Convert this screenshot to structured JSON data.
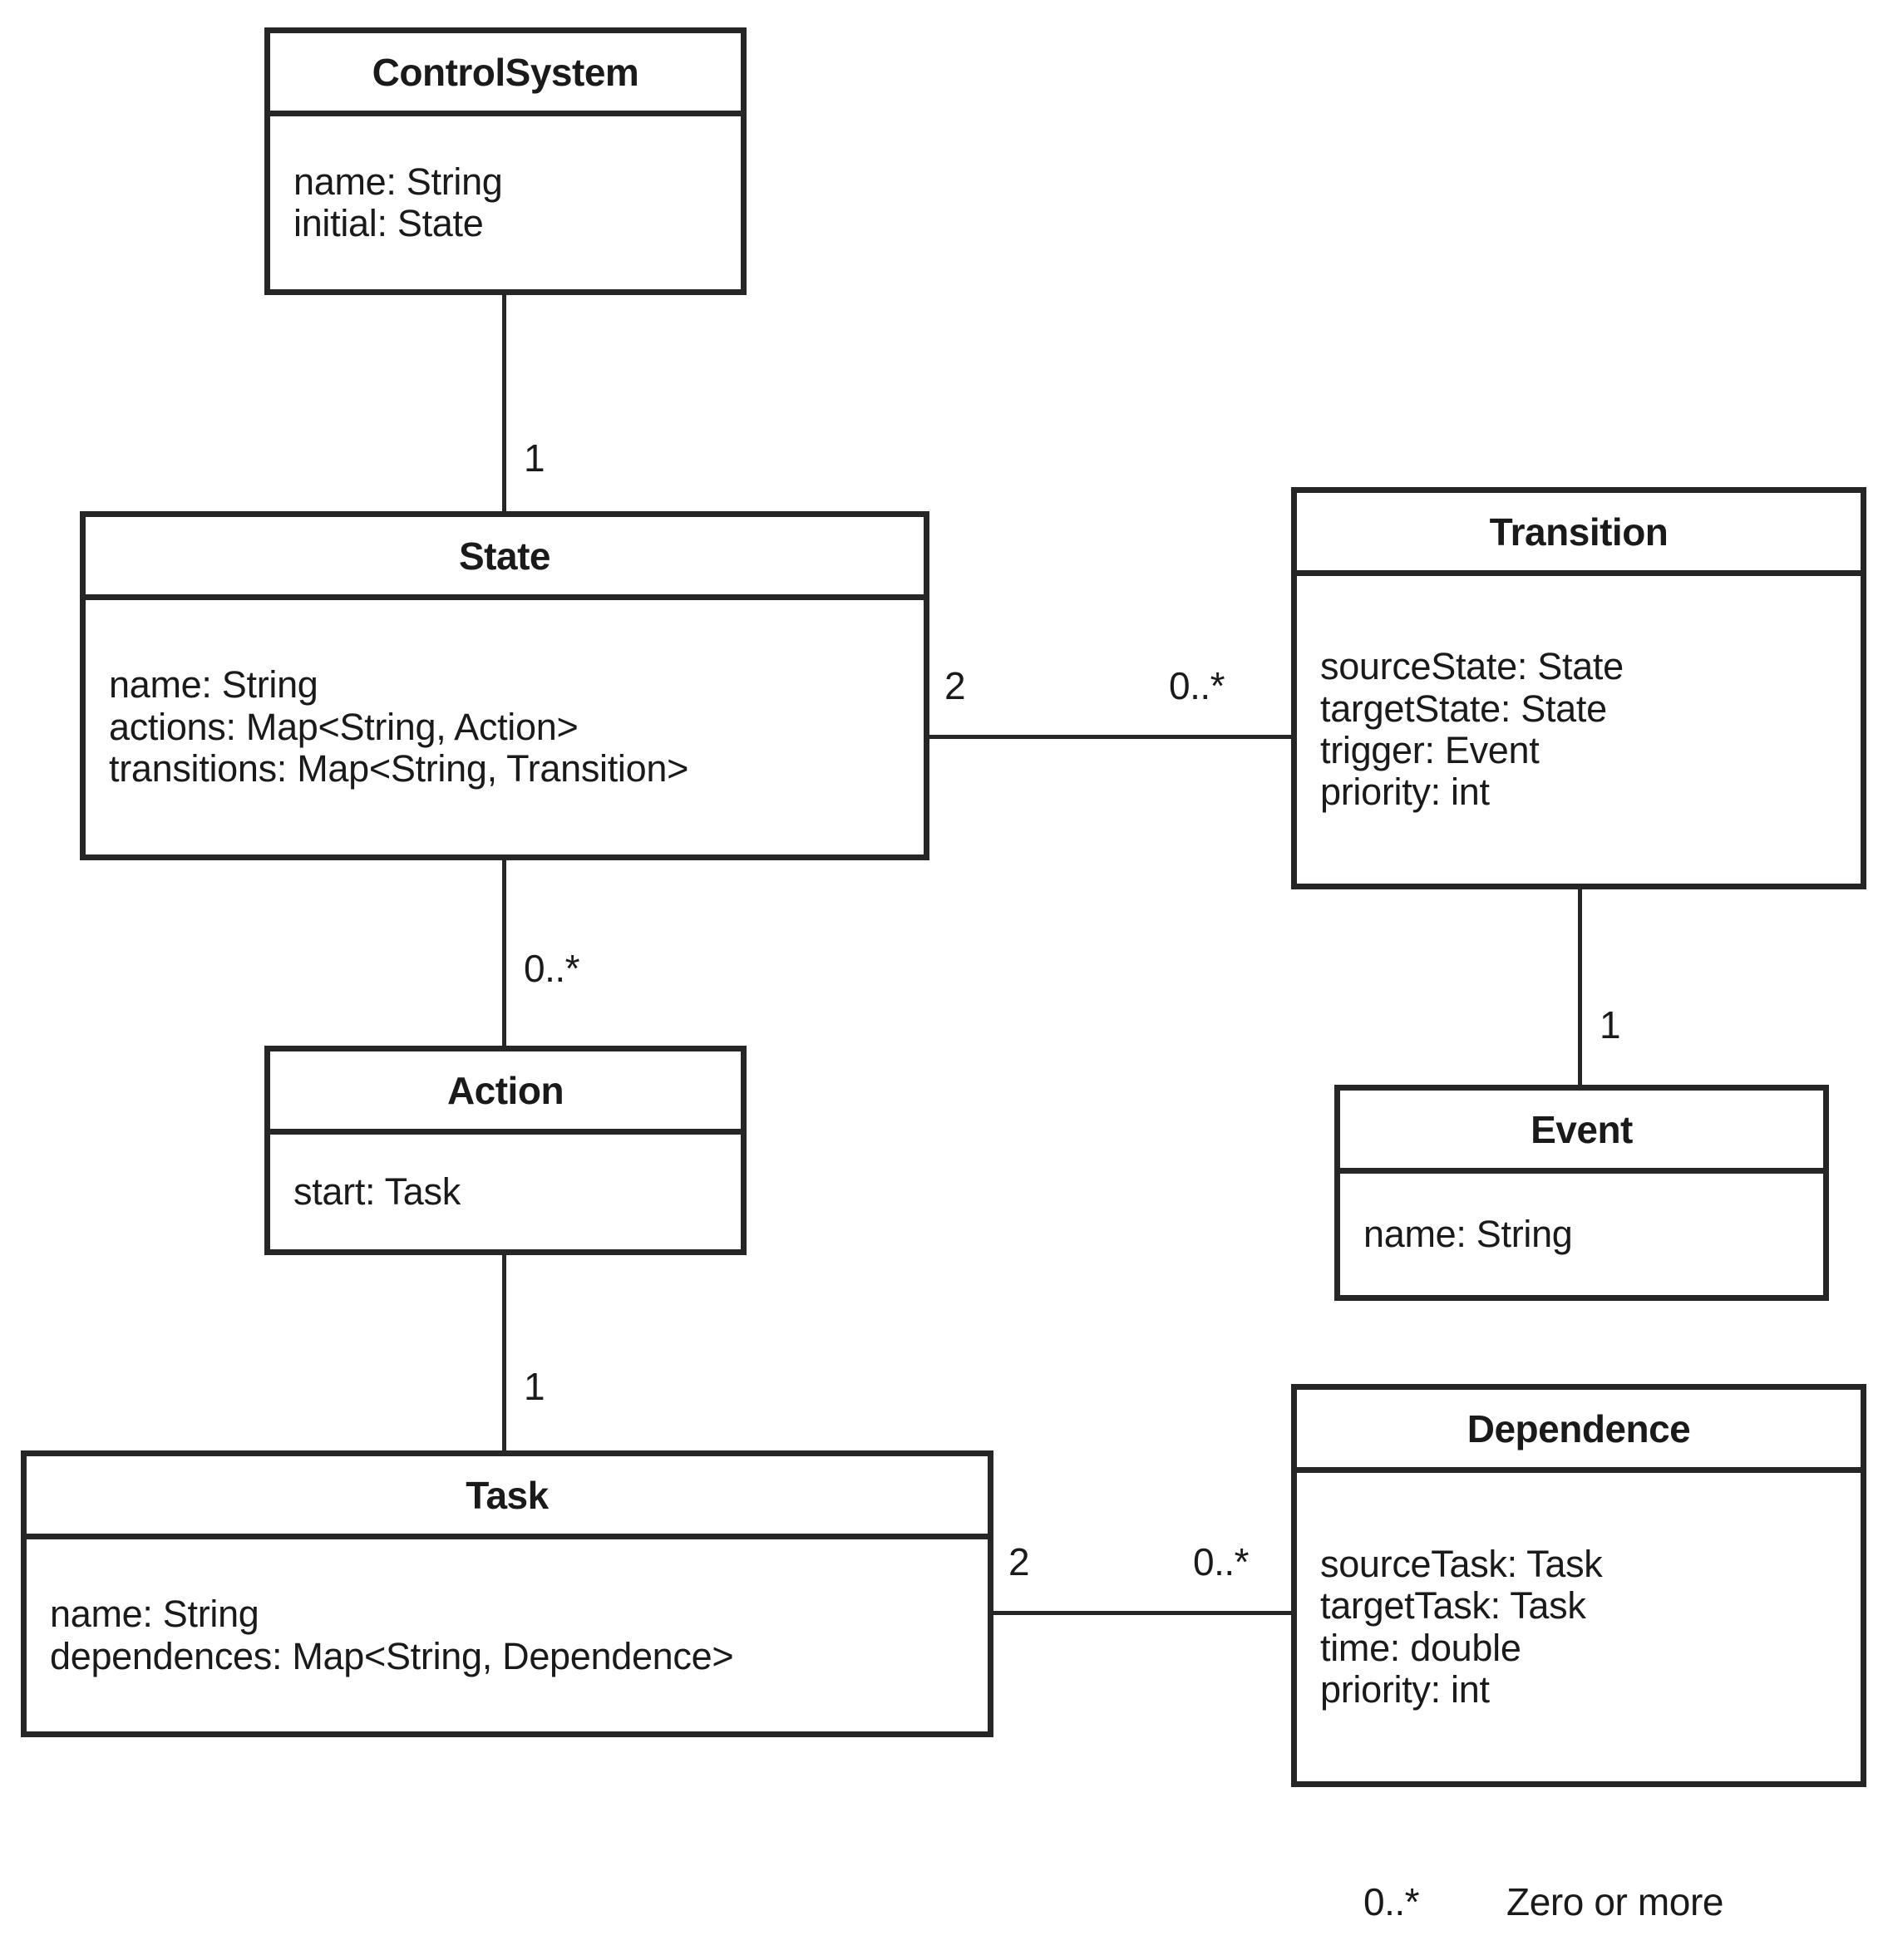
{
  "diagram": {
    "type": "uml-class-diagram",
    "classes": [
      {
        "id": "controlsystem",
        "name": "ControlSystem",
        "attributes": [
          "name: String",
          "initial: State"
        ]
      },
      {
        "id": "state",
        "name": "State",
        "attributes": [
          "name: String",
          "actions: Map<String, Action>",
          "transitions: Map<String, Transition>"
        ]
      },
      {
        "id": "transition",
        "name": "Transition",
        "attributes": [
          "sourceState: State",
          "targetState: State",
          "trigger: Event",
          "priority: int"
        ]
      },
      {
        "id": "action",
        "name": "Action",
        "attributes": [
          "start: Task"
        ]
      },
      {
        "id": "event",
        "name": "Event",
        "attributes": [
          "name: String"
        ]
      },
      {
        "id": "task",
        "name": "Task",
        "attributes": [
          "name: String",
          "dependences: Map<String, Dependence>"
        ]
      },
      {
        "id": "dependence",
        "name": "Dependence",
        "attributes": [
          "sourceTask: Task",
          "targetTask: Task",
          "time: double",
          "priority: int"
        ]
      }
    ],
    "associations": [
      {
        "id": "controlsystem-state",
        "from": "ControlSystem",
        "to": "State",
        "multiplicity": "1"
      },
      {
        "id": "state-transition-near",
        "from": "State",
        "to": "Transition",
        "multiplicity": "2"
      },
      {
        "id": "state-transition-far",
        "from": "State",
        "to": "Transition",
        "multiplicity": "0..*"
      },
      {
        "id": "state-action",
        "from": "State",
        "to": "Action",
        "multiplicity": "0..*"
      },
      {
        "id": "transition-event",
        "from": "Transition",
        "to": "Event",
        "multiplicity": "1"
      },
      {
        "id": "action-task",
        "from": "Action",
        "to": "Task",
        "multiplicity": "1"
      },
      {
        "id": "task-dependence-near",
        "from": "Task",
        "to": "Dependence",
        "multiplicity": "2"
      },
      {
        "id": "task-dependence-far",
        "from": "Task",
        "to": "Dependence",
        "multiplicity": "0..*"
      }
    ],
    "legend": {
      "symbol": "0..*",
      "text": "Zero or more"
    },
    "colors": {
      "line": "#262626",
      "background": "#ffffff",
      "text": "#1a1a1a"
    }
  }
}
